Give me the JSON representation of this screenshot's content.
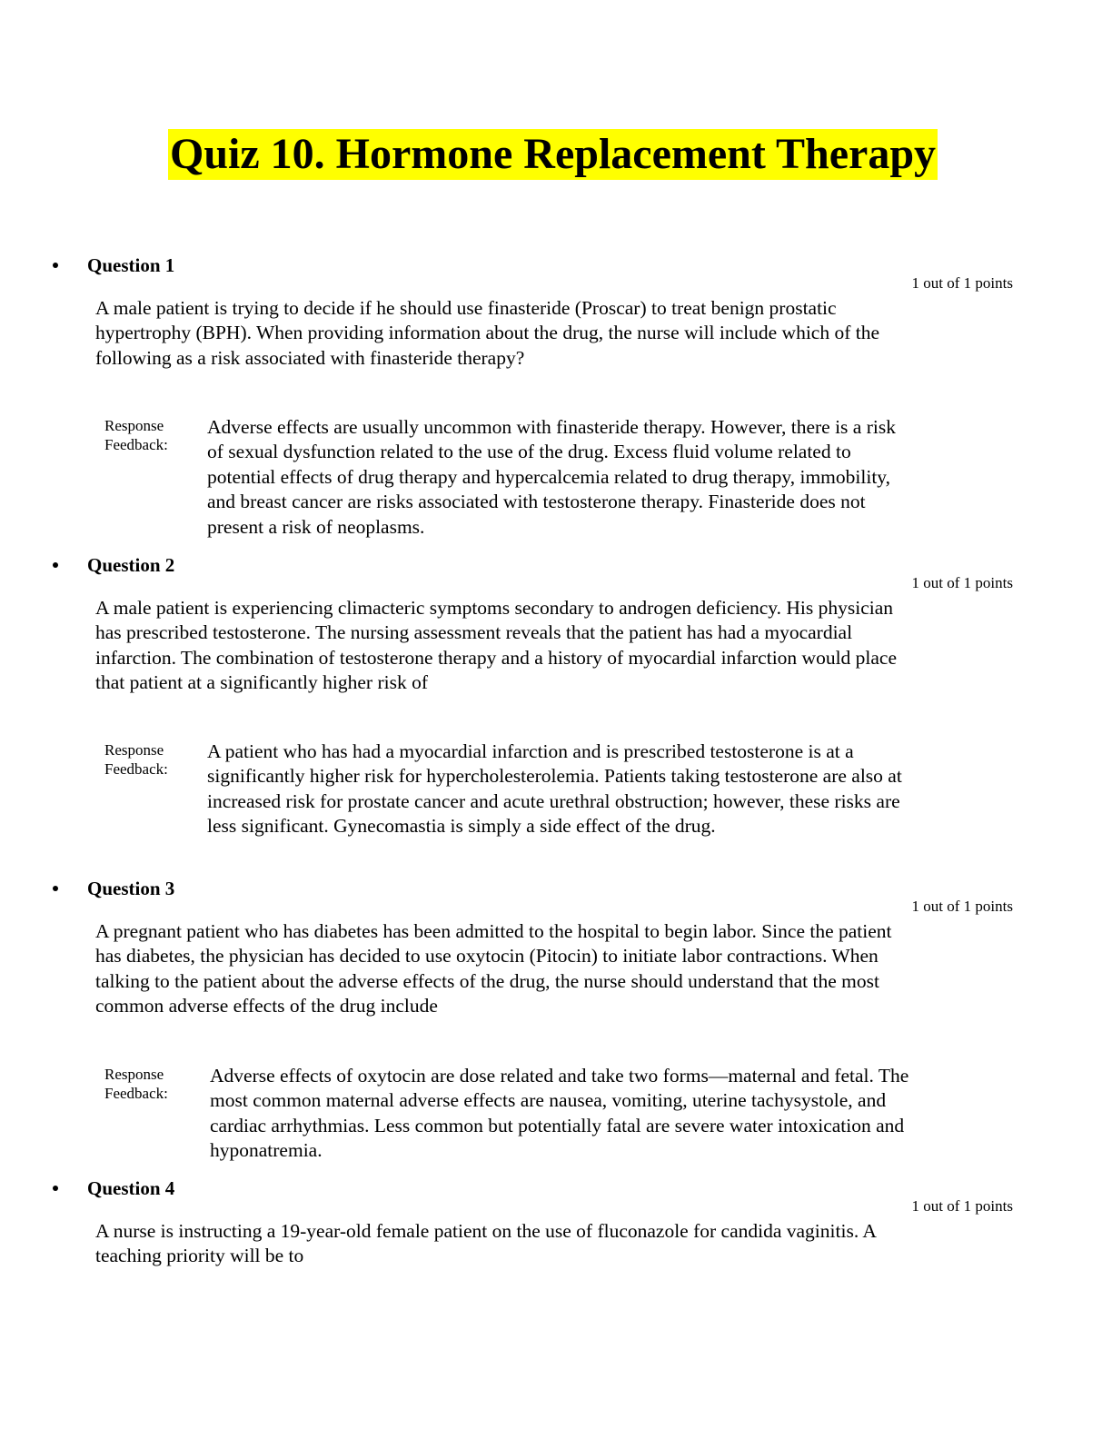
{
  "title": "Quiz 10. Hormone Replacement Therapy",
  "feedback_label_line1": "Response",
  "feedback_label_line2": "Feedback:",
  "questions": [
    {
      "label": "Question 1",
      "points": "1 out of 1 points",
      "text": "A male patient is trying to decide if he should use finasteride (Proscar) to treat benign prostatic hypertrophy (BPH). When providing information about the drug, the nurse will include which of the following as a risk associated with finasteride therapy?",
      "feedback": "Adverse effects are usually uncommon with finasteride therapy. However, there is a risk of sexual dysfunction related to the use of the drug. Excess fluid volume related to potential effects of drug therapy and hypercalcemia related to drug therapy, immobility, and breast cancer are risks associated with testosterone therapy. Finasteride does not present a risk of neoplasms."
    },
    {
      "label": "Question 2",
      "points": "1 out of 1 points",
      "text": "A male patient is experiencing climacteric symptoms secondary to androgen deficiency. His physician has prescribed testosterone. The nursing assessment reveals that the patient has had a myocardial infarction. The combination of testosterone therapy and a history of myocardial infarction would place that patient at a significantly higher risk of",
      "feedback": "A patient who has had a myocardial infarction and is prescribed testosterone is at a significantly higher risk for hypercholesterolemia. Patients taking testosterone are also at increased risk for prostate cancer and acute urethral obstruction; however, these risks are less significant. Gynecomastia is simply a side effect of the drug."
    },
    {
      "label": "Question 3",
      "points": "1 out of 1 points",
      "text": "A pregnant patient who has diabetes has been admitted to the hospital to begin labor. Since the patient has diabetes, the physician has decided to use oxytocin (Pitocin) to initiate labor contractions. When talking to the patient about the adverse effects of the drug, the nurse should understand that the most common adverse effects of the drug include",
      "feedback": "Adverse effects of oxytocin are dose related and take two forms—maternal and fetal. The most common maternal adverse effects are nausea, vomiting, uterine tachysystole, and cardiac arrhythmias. Less common but potentially fatal are severe water intoxication and hyponatremia."
    },
    {
      "label": "Question 4",
      "points": "1 out of 1 points",
      "text": "A nurse is instructing a 19-year-old female patient on the use of fluconazole for candida vaginitis. A teaching priority will be to"
    }
  ]
}
